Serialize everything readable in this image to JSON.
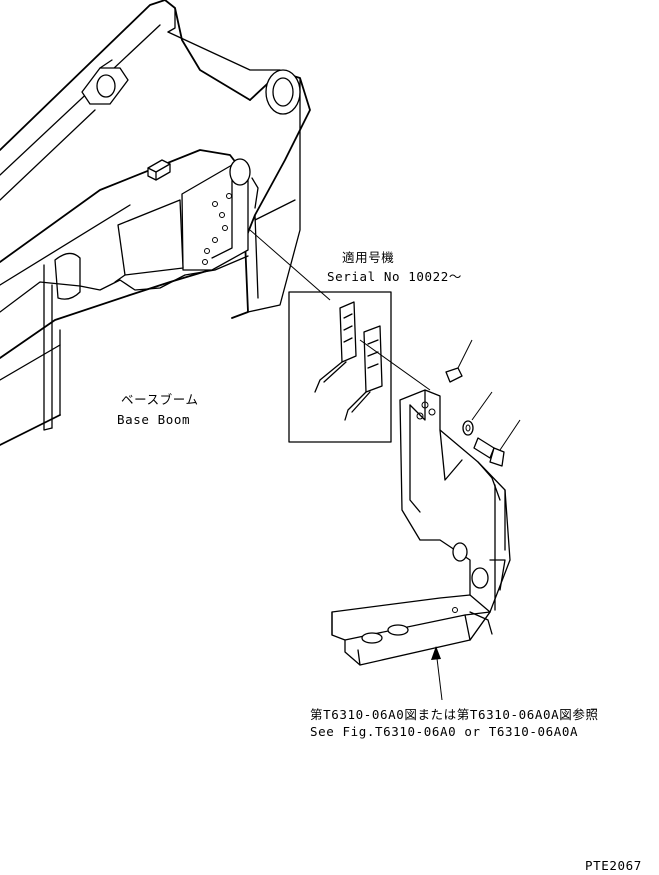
{
  "labels": {
    "serial_jp": "適用号機",
    "serial_en": "Serial No 10022～",
    "boom_jp": "ベースブーム",
    "boom_en": "Base Boom",
    "ref_jp": "第T6310-06A0図または第T6310-06A0A図参照",
    "ref_en": "See Fig.T6310-06A0 or T6310-06A0A",
    "drawing_id": "PTE2067"
  }
}
